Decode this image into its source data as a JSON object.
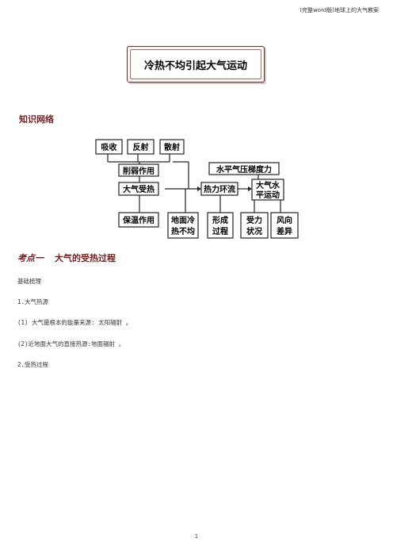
{
  "header": {
    "text": "(完整word版)地球上的大气教案"
  },
  "title": "冷热不均引起大气运动",
  "section_network": "知识网络",
  "diagram": {
    "top_boxes": [
      "吸收",
      "反射",
      "散射"
    ],
    "weaken": "削弱作用",
    "atmo_heat": "大气受热",
    "insulation": "保温作用",
    "ground": [
      "地面冷",
      "热不均"
    ],
    "thermal_circ": "热力环流",
    "pressure_grad": "水平气压梯度力",
    "horizontal_motion": [
      "大气水",
      "平运动"
    ],
    "formation": [
      "形成",
      "过程"
    ],
    "force": [
      "受力",
      "状况"
    ],
    "wind": [
      "风向",
      "差异"
    ]
  },
  "kaodian": {
    "label": "考点一",
    "title": "大气的受热过程"
  },
  "lines": {
    "basics": "基础梳理",
    "item1": "1.大气热源",
    "item1_1": "(1) 大气最根本的能量来源: 太阳辐射  。",
    "item1_2": "(2)近地面大气的直接热源:地面辐射  。",
    "item2": "2.受热过程"
  },
  "page_number": "1"
}
